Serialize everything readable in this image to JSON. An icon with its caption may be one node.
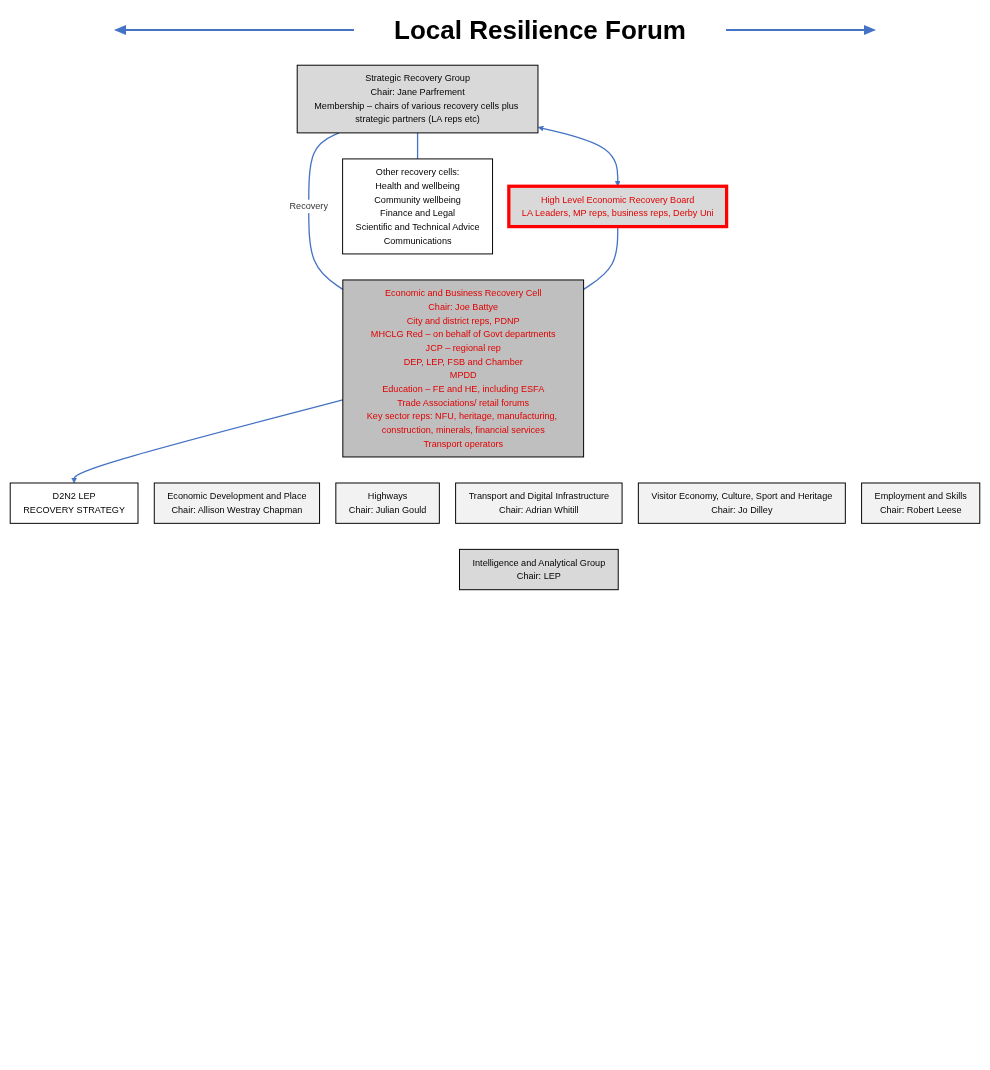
{
  "diagram": {
    "title": "Local Resilience Forum",
    "nodes": [
      {
        "text": [
          "Strategic Recovery Group",
          "Chair: Jane Parfrement",
          "Membership – chairs of various recovery cells plus strategic partners (LA reps etc)"
        ]
      },
      {
        "text": [
          "High Level Economic Recovery Board",
          "LA Leaders, MP reps, business reps, Derby Uni"
        ]
      },
      {
        "text": [
          "Other recovery cells:",
          "Health and wellbeing",
          "Community wellbeing",
          "Finance and Legal",
          "Scientific and Technical Advice",
          "Communications"
        ]
      },
      {
        "text": [
          "Economic and Business Recovery Cell",
          "Chair: Joe Battye",
          "City and district reps, PDNP",
          "MHCLG Red – on behalf of Govt departments",
          "JCP – regional rep",
          "DEP, LEP, FSB and Chamber",
          "MPDD",
          "Education – FE and HE, including ESFA",
          "Trade Associations/ retail forums",
          "Key sector reps: NFU, heritage, manufacturing, construction, minerals, financial services",
          "Transport operators"
        ]
      },
      {
        "text": [
          "D2N2 LEP",
          "RECOVERY STRATEGY"
        ]
      },
      {
        "text": [
          "Economic Development and Place",
          "Chair: Allison Westray Chapman"
        ]
      },
      {
        "text": [
          "Highways",
          "Chair: Julian Gould"
        ]
      },
      {
        "text": [
          "Transport and Digital Infrastructure",
          "Chair: Adrian Whitill"
        ]
      },
      {
        "text": [
          "Visitor Economy, Culture, Sport and Heritage",
          "Chair: Jo Dilley"
        ]
      },
      {
        "text": [
          "Employment and Skills",
          "Chair: Robert Leese"
        ]
      },
      {
        "text": [
          "Intelligence and Analytical Group",
          "Chair: LEP"
        ]
      }
    ],
    "edges": [
      {
        "from": 0,
        "to": 1,
        "arrow": "both"
      },
      {
        "from": 0,
        "to": 2,
        "arrow": "none"
      },
      {
        "from": 0,
        "to": 3,
        "arrow": "none",
        "label": "Recovery"
      },
      {
        "from": 1,
        "to": 3,
        "arrow": "none"
      },
      {
        "from": 3,
        "to": 4,
        "arrow": "to"
      }
    ]
  }
}
